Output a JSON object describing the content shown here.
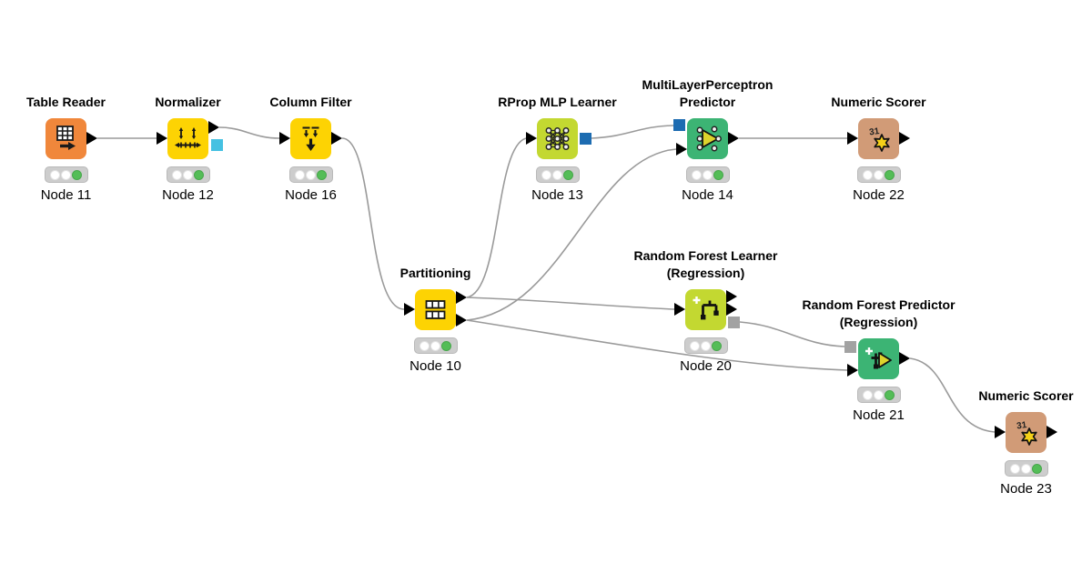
{
  "workflow": {
    "background": "#ffffff",
    "wire_color": "#9a9a9a",
    "status_all_nodes": "executed"
  },
  "colors": {
    "node_orange": "#f0873b",
    "node_yellow": "#fdd303",
    "node_lime": "#c3d831",
    "node_green": "#3cb474",
    "node_tan": "#d19b77",
    "port_data": "#000000",
    "port_model_blue": "#1d6cb1",
    "port_model_cyan": "#45c1e2",
    "port_model_gray": "#a2a2a2",
    "traffic_light_bg": "#cdcdcd",
    "traffic_light_green": "#54bd57"
  },
  "nodes": [
    {
      "title": "Table Reader",
      "label": "Node 11",
      "icon": "table-reader-icon",
      "color": "#f0873b",
      "status": "executed"
    },
    {
      "title": "Normalizer",
      "label": "Node 12",
      "icon": "normalizer-icon",
      "color": "#fdd303",
      "status": "executed"
    },
    {
      "title": "Column Filter",
      "label": "Node 16",
      "icon": "column-filter-icon",
      "color": "#fdd303",
      "status": "executed"
    },
    {
      "title": "Partitioning",
      "label": "Node 10",
      "icon": "partitioning-icon",
      "color": "#fdd303",
      "status": "executed"
    },
    {
      "title": "RProp MLP Learner",
      "label": "Node 13",
      "icon": "neural-net-icon",
      "color": "#c3d831",
      "status": "executed"
    },
    {
      "title": "MultiLayerPerceptron Predictor",
      "label": "Node 14",
      "icon": "neural-net-predictor-icon",
      "color": "#3cb474",
      "status": "executed"
    },
    {
      "title": "Numeric Scorer",
      "label": "Node 22",
      "icon": "numeric-scorer-icon",
      "color": "#d19b77",
      "status": "executed"
    },
    {
      "title": "Random Forest Learner (Regression)",
      "label": "Node 20",
      "icon": "random-forest-learner-icon",
      "color": "#c3d831",
      "status": "executed"
    },
    {
      "title": "Random Forest Predictor (Regression)",
      "label": "Node 21",
      "icon": "random-forest-predictor-icon",
      "color": "#3cb474",
      "status": "executed"
    },
    {
      "title": "Numeric Scorer",
      "label": "Node 23",
      "icon": "numeric-scorer-icon",
      "color": "#d19b77",
      "status": "executed"
    }
  ],
  "connections": [
    {
      "from": "Node 11",
      "to": "Node 12",
      "type": "data"
    },
    {
      "from": "Node 12",
      "to": "Node 16",
      "type": "data"
    },
    {
      "from": "Node 16",
      "to": "Node 10",
      "type": "data"
    },
    {
      "from": "Node 10 partition 1",
      "to": "Node 13",
      "type": "data"
    },
    {
      "from": "Node 10 partition 1",
      "to": "Node 20",
      "type": "data"
    },
    {
      "from": "Node 10 partition 2",
      "to": "Node 14",
      "type": "data"
    },
    {
      "from": "Node 10 partition 2",
      "to": "Node 21",
      "type": "data"
    },
    {
      "from": "Node 13 model",
      "to": "Node 14 model",
      "type": "model"
    },
    {
      "from": "Node 14",
      "to": "Node 22",
      "type": "data"
    },
    {
      "from": "Node 20 model",
      "to": "Node 21 model",
      "type": "model"
    },
    {
      "from": "Node 21",
      "to": "Node 23",
      "type": "data"
    }
  ]
}
